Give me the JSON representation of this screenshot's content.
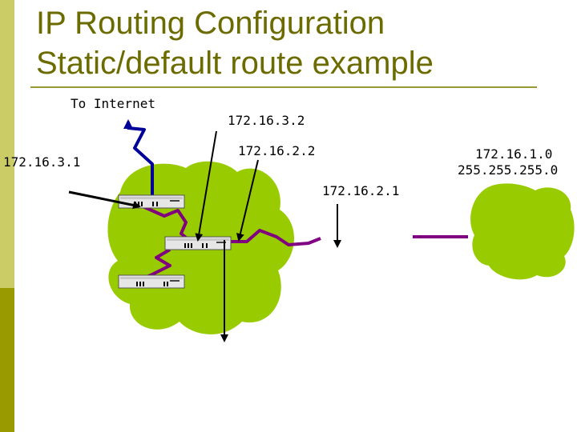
{
  "title": {
    "line1": "IP Routing Configuration",
    "line2": "Static/default route example"
  },
  "labels": {
    "internet": "To Internet",
    "ip_3_2": "172.16.3.2",
    "ip_3_1": "172.16.3.1",
    "ip_2_2": "172.16.2.2",
    "ip_2_1": "172.16.2.1",
    "ip_1_0": "172.16.1.0",
    "mask": "255.255.255.0"
  },
  "colors": {
    "cloud": "#99cc00",
    "link": "#800080",
    "uplink": "#000099",
    "sidebar_light": "#cccc66",
    "sidebar_dark": "#999900",
    "title_text": "#6b6b00"
  }
}
